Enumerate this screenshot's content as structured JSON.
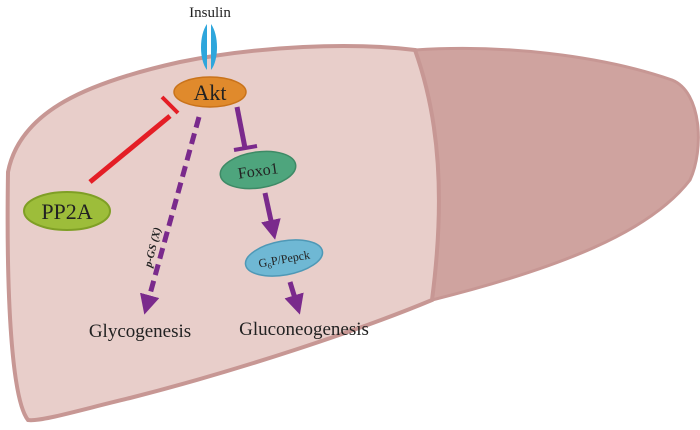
{
  "labels": {
    "insulin": "Insulin",
    "akt": "Akt",
    "pp2a": "PP2A",
    "foxo1": "Foxo1",
    "g6p_main": "G",
    "g6p_sub": "6",
    "g6p_rest": "P/Pepck",
    "pgs": "p-GS (X)",
    "glycogenesis": "Glycogenesis",
    "gluconeogenesis": "Gluconeogenesis"
  },
  "colors": {
    "liver_light": "#e8ceca",
    "liver_dark": "#cfa39f",
    "liver_outline": "#c79794",
    "insulin_receptor": "#2ea6dc",
    "akt": "#e08a2c",
    "pp2a": "#9dbd3a",
    "foxo1": "#4ea57d",
    "g6p_pepck": "#6fb8d4",
    "inhibition_red": "#e41e26",
    "pathway_purple": "#7a2a8c"
  }
}
